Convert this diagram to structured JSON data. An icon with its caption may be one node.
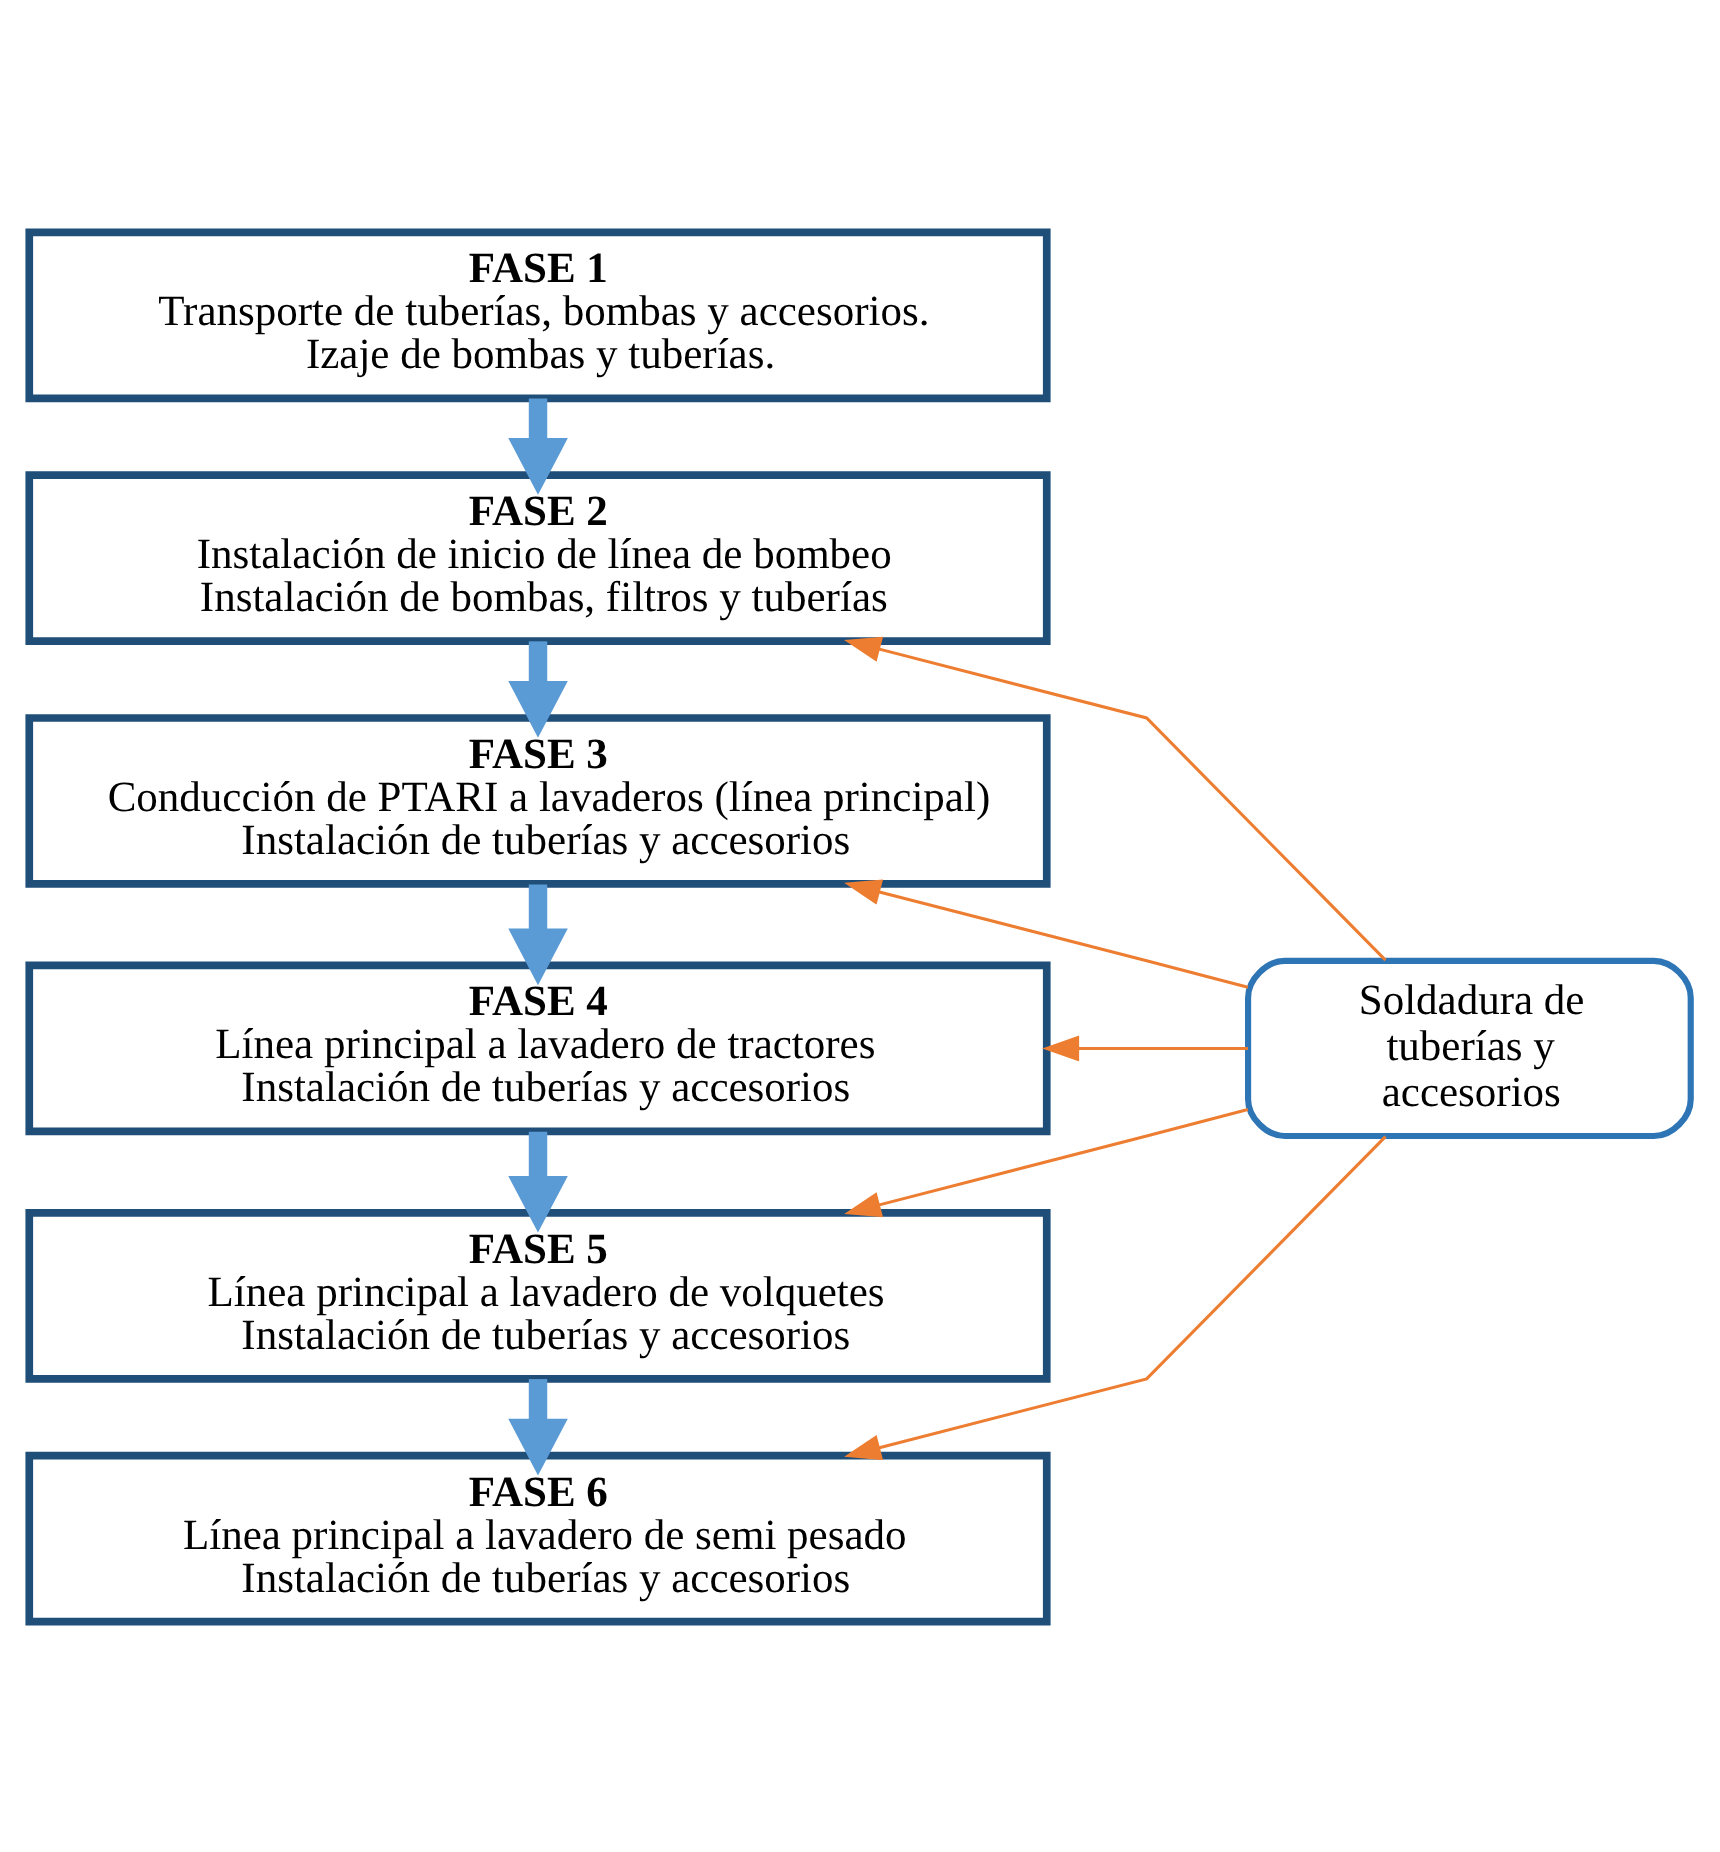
{
  "diagram": {
    "nodes": [
      {
        "text": [
          "FASE 1",
          "Transporte de tuberías, bombas y accesorios.",
          "Izaje de bombas y tuberías."
        ]
      },
      {
        "text": [
          "FASE 2",
          "Instalación de inicio de línea de bombeo",
          "Instalación de bombas, filtros y tuberías"
        ]
      },
      {
        "text": [
          "FASE 3",
          "Conducción de PTARI a lavaderos (línea principal)",
          "Instalación de tuberías y accesorios"
        ]
      },
      {
        "text": [
          "FASE 4",
          "Línea principal a lavadero de tractores",
          "Instalación de tuberías y accesorios"
        ]
      },
      {
        "text": [
          "FASE 5",
          "Línea principal a lavadero de volquetes",
          "Instalación de tuberías y accesorios"
        ]
      },
      {
        "text": [
          "FASE 6",
          "Línea principal a lavadero de semi pesado",
          "Instalación de tuberías y accesorios"
        ]
      },
      {
        "text": [
          "Soldadura de tuberías y accesorios"
        ]
      }
    ],
    "edges": [
      {
        "from": 0,
        "to": 1,
        "arrow": "to",
        "style": "thick",
        "color": "#5b9bd5"
      },
      {
        "from": 1,
        "to": 2,
        "arrow": "to",
        "style": "thick",
        "color": "#5b9bd5"
      },
      {
        "from": 2,
        "to": 3,
        "arrow": "to",
        "style": "thick",
        "color": "#5b9bd5"
      },
      {
        "from": 3,
        "to": 4,
        "arrow": "to",
        "style": "thick",
        "color": "#5b9bd5"
      },
      {
        "from": 4,
        "to": 5,
        "arrow": "to",
        "style": "thick",
        "color": "#5b9bd5"
      },
      {
        "from": 6,
        "to": 1,
        "arrow": "to",
        "color": "#ed7d31"
      },
      {
        "from": 6,
        "to": 2,
        "arrow": "to",
        "color": "#ed7d31"
      },
      {
        "from": 6,
        "to": 3,
        "arrow": "to",
        "color": "#ed7d31"
      },
      {
        "from": 6,
        "to": 4,
        "arrow": "to",
        "color": "#ed7d31"
      },
      {
        "from": 6,
        "to": 5,
        "arrow": "to",
        "color": "#ed7d31"
      }
    ]
  }
}
